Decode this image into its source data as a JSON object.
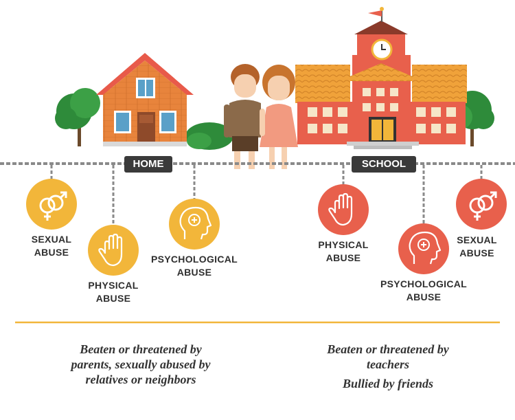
{
  "colors": {
    "home_circle": "#F2B63A",
    "school_circle": "#E8604C",
    "tag_bg": "#3A3A3A",
    "divider": "#F2B63A",
    "chain": "#8A8A8A"
  },
  "tags": {
    "home": "HOME",
    "school": "SCHOOL"
  },
  "home": {
    "items": [
      {
        "icon": "gender-symbols-icon",
        "line1": "SEXUAL",
        "line2": "ABUSE"
      },
      {
        "icon": "raised-hand-icon",
        "line1": "PHYSICAL",
        "line2": "ABUSE"
      },
      {
        "icon": "head-profile-icon",
        "line1": "PSYCHOLOGICAL",
        "line2": "ABUSE"
      }
    ],
    "caption": [
      "Beaten or threatened by",
      "parents, sexually abused by",
      "relatives or neighbors"
    ]
  },
  "school": {
    "items": [
      {
        "icon": "raised-hand-icon",
        "line1": "PHYSICAL",
        "line2": "ABUSE"
      },
      {
        "icon": "head-profile-icon",
        "line1": "PSYCHOLOGICAL",
        "line2": "ABUSE"
      },
      {
        "icon": "gender-symbols-icon",
        "line1": "SEXUAL",
        "line2": "ABUSE"
      }
    ],
    "caption": [
      "Beaten or threatened by",
      "teachers"
    ],
    "caption2": "Bullied by friends"
  }
}
